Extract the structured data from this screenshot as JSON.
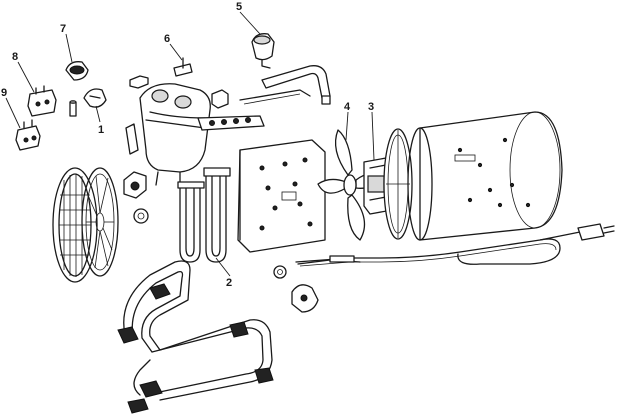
{
  "callouts": [
    {
      "id": "1",
      "label": "1"
    },
    {
      "id": "2",
      "label": "2"
    },
    {
      "id": "3",
      "label": "3"
    },
    {
      "id": "4",
      "label": "4"
    },
    {
      "id": "5",
      "label": "5"
    },
    {
      "id": "6",
      "label": "6"
    },
    {
      "id": "7",
      "label": "7"
    },
    {
      "id": "8",
      "label": "8"
    },
    {
      "id": "9",
      "label": "9"
    }
  ],
  "colors": {
    "ink": "#1a1a1a",
    "paper": "#ffffff"
  }
}
